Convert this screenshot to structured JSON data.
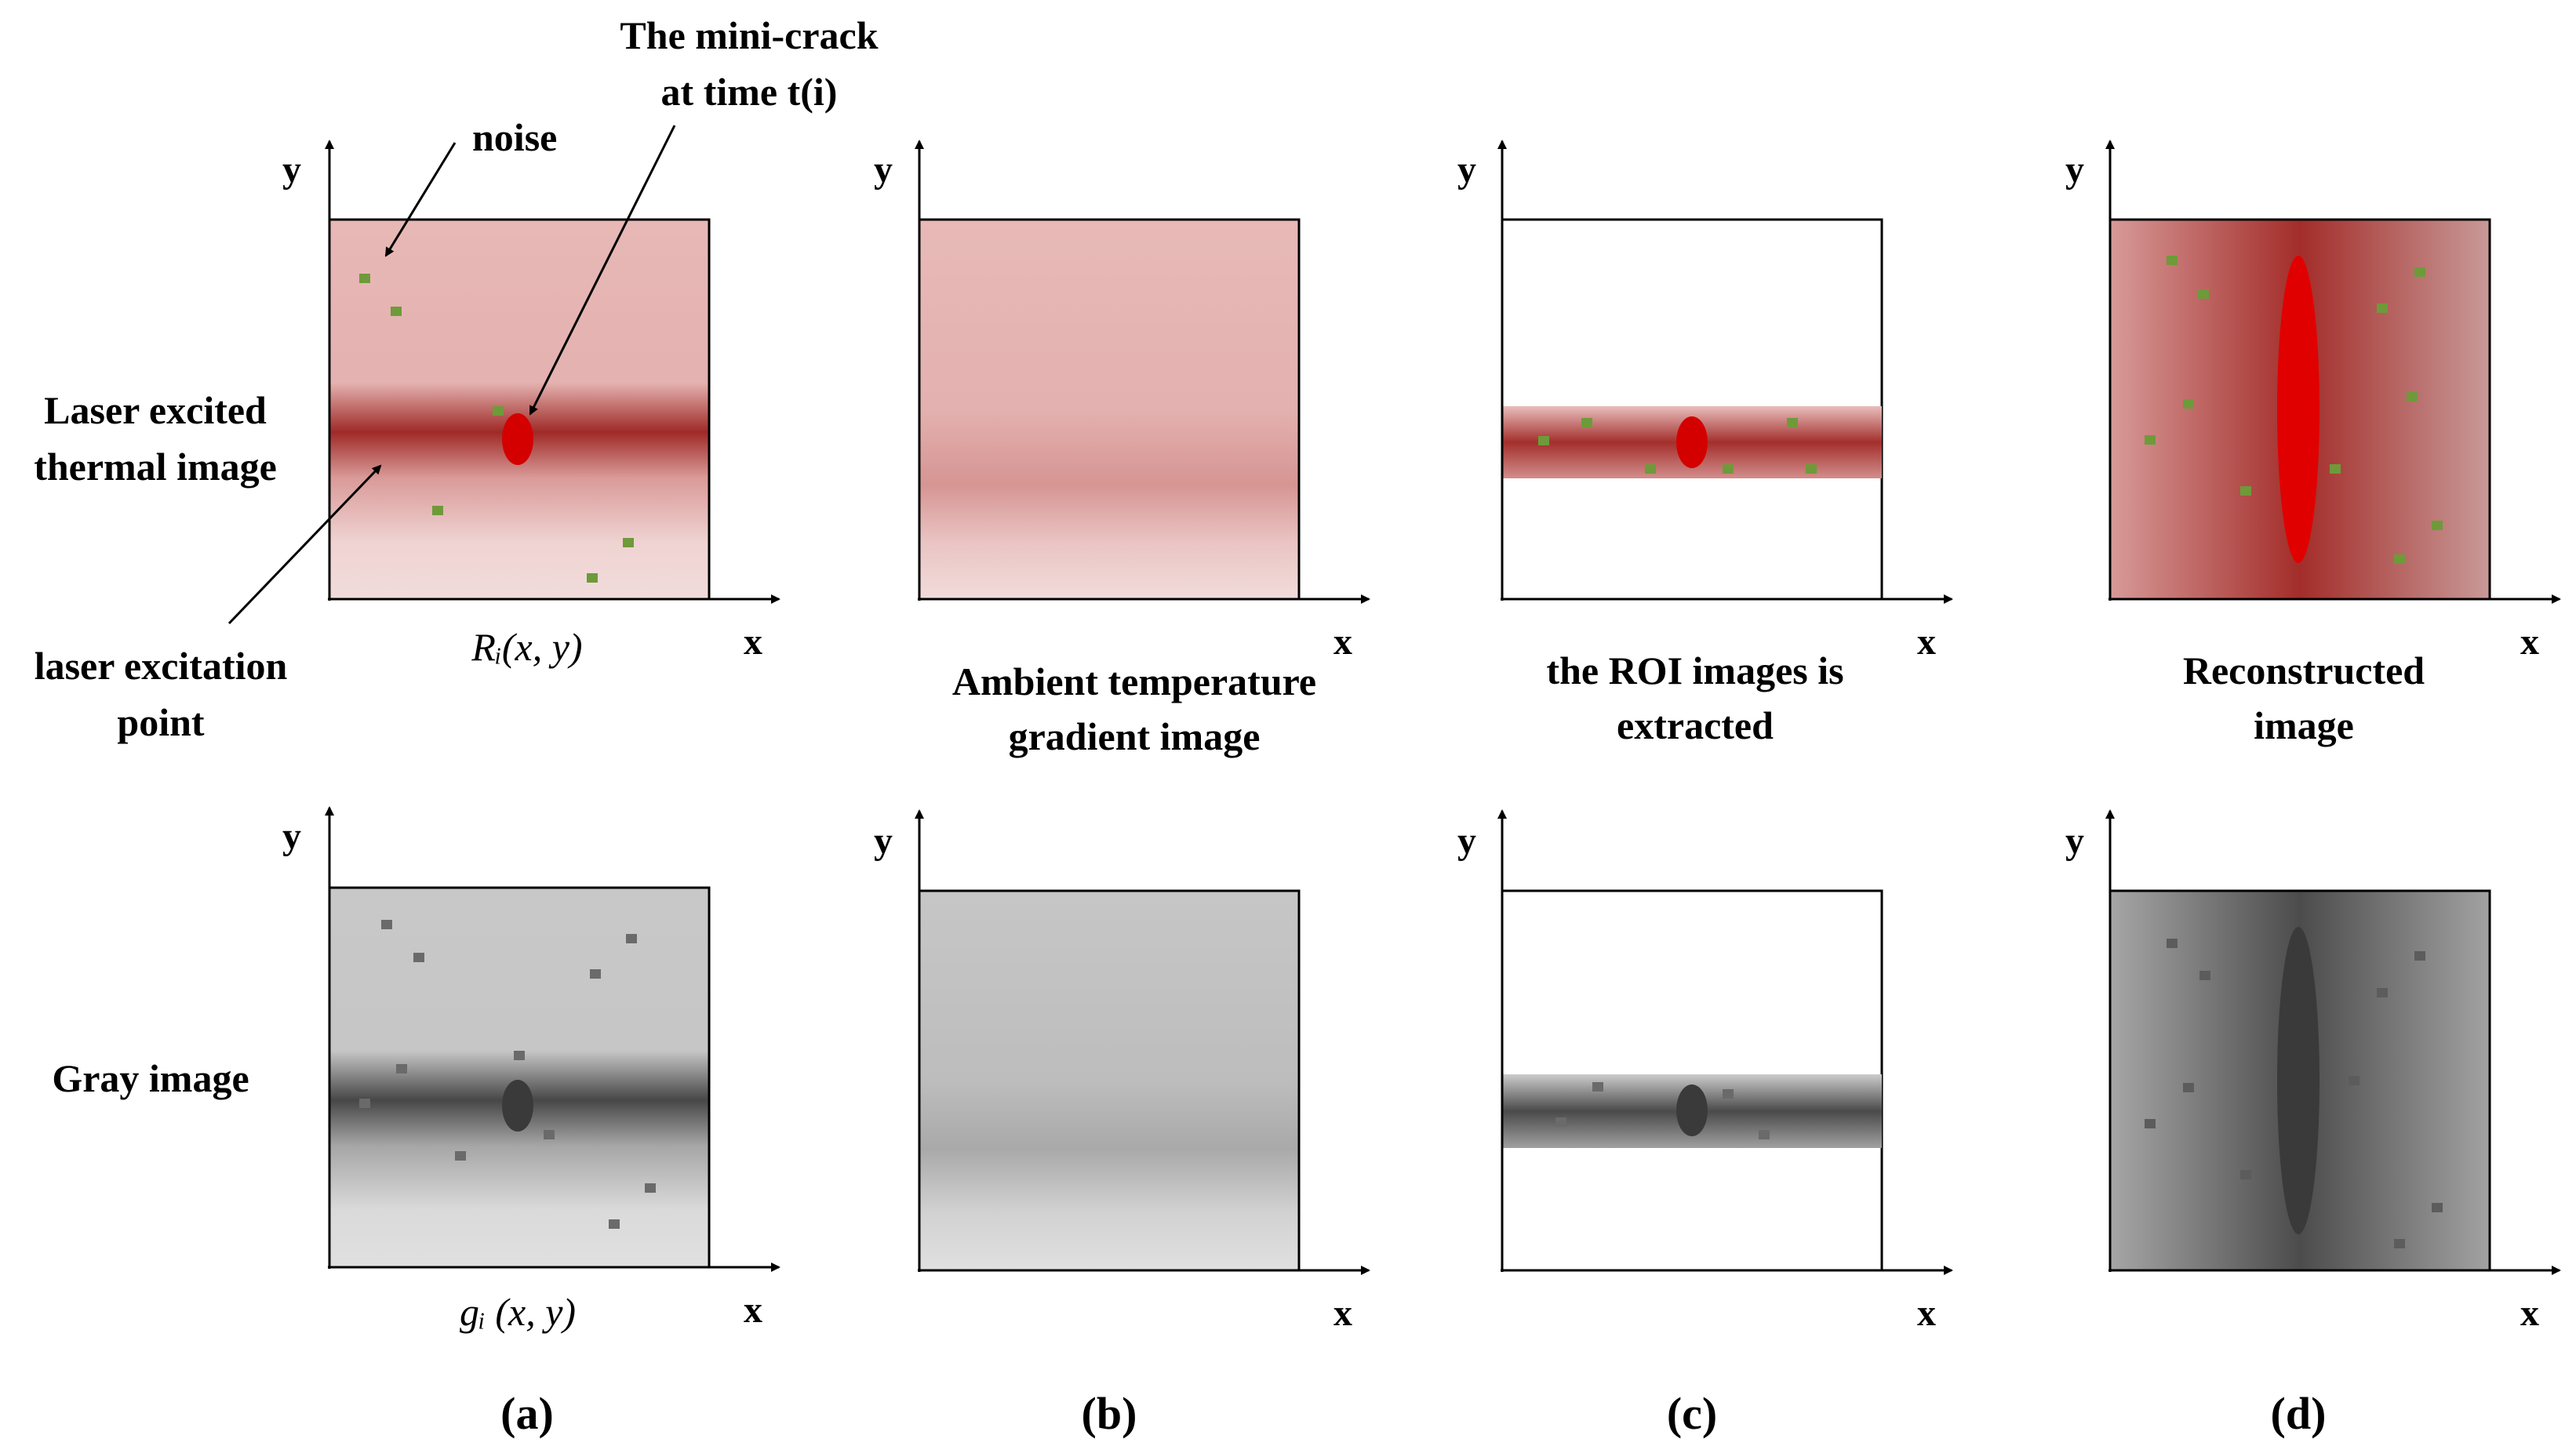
{
  "labels": {
    "crack_line1": "The mini-crack",
    "crack_line2": "at time t(i)",
    "noise": "noise",
    "laser_line1": "Laser excited",
    "laser_line2": "thermal image",
    "excitation_line1": "laser excitation",
    "excitation_line2": "point",
    "gray": "Gray image",
    "ri_func": "Rᵢ(x, y)",
    "gi_func": "gᵢ (x, y)",
    "ambient_line1": "Ambient temperature",
    "ambient_line2": "gradient image",
    "roi_line1": "the ROI images  is",
    "roi_line2": "extracted",
    "recon_line1": "Reconstructed",
    "recon_line2": "image"
  },
  "axes": {
    "x": "x",
    "y": "y"
  },
  "panels": [
    "(a)",
    "(b)",
    "(c)",
    "(d)"
  ],
  "colors": {
    "thermal_bg": "#e7b8b6",
    "thermal_band": "#a8332f",
    "crack_red": "#d40000",
    "noise_green": "#6e9a3a",
    "gray_bg": "#c6c6c6",
    "gray_band": "#505050",
    "crack_gray": "#3a3a3a",
    "noise_gray": "#6a6a6a"
  }
}
